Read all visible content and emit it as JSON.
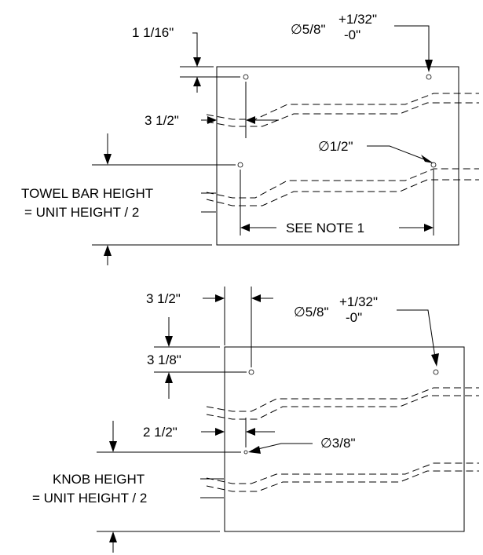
{
  "top_view": {
    "dim_top_edge_to_hole": "1 1/16\"",
    "mounting_hole_dia": "∅5/8\"",
    "mounting_hole_tol_plus": "+1/32\"",
    "mounting_hole_tol_minus": "-0\"",
    "dim_edge_to_hole": "3 1/2\"",
    "towel_bar_hole_dia": "∅1/2\"",
    "towel_bar_height_line1": "TOWEL BAR HEIGHT",
    "towel_bar_height_line2": "= UNIT HEIGHT / 2",
    "hole_spacing_note": "SEE NOTE 1"
  },
  "bottom_view": {
    "dim_edge_to_hole": "3 1/2\"",
    "mounting_hole_dia": "∅5/8\"",
    "mounting_hole_tol_plus": "+1/32\"",
    "mounting_hole_tol_minus": "-0\"",
    "dim_top_edge_to_hole": "3 1/8\"",
    "dim_edge_to_knob": "2 1/2\"",
    "knob_hole_dia": "∅3/8\"",
    "knob_height_line1": "KNOB HEIGHT",
    "knob_height_line2": "= UNIT HEIGHT / 2"
  }
}
